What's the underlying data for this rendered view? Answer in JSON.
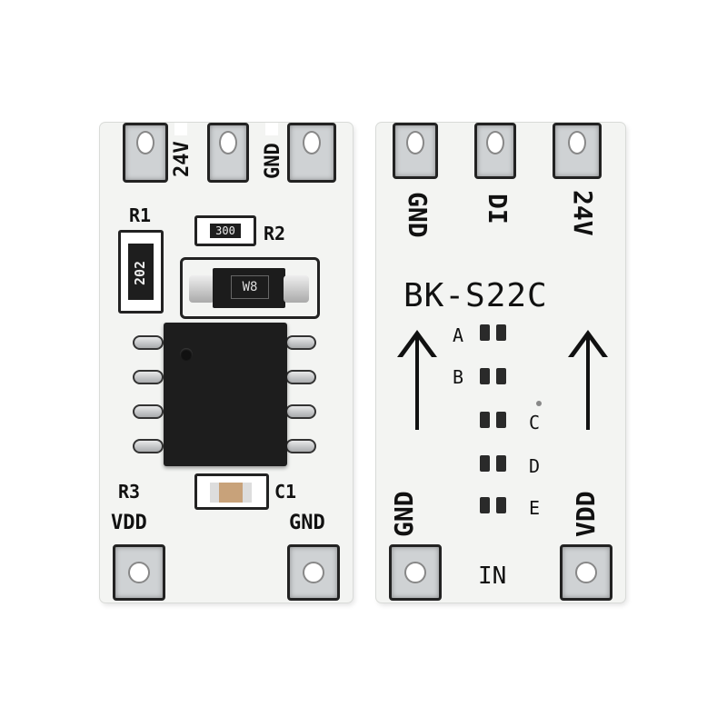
{
  "front": {
    "labels": {
      "v24": "24V",
      "gnd_top": "GND",
      "r1": "R1",
      "r2": "R2",
      "r3": "R3",
      "c1": "C1",
      "vdd": "VDD",
      "gnd_bottom": "GND"
    },
    "components": {
      "r1_value": "202",
      "r2_value": "300",
      "diode_marking": "W8"
    }
  },
  "back": {
    "labels": {
      "gnd_left": "GND",
      "di": "DI",
      "v24": "24V",
      "model": "BK-S22C",
      "a": "A",
      "b": "B",
      "c": "C",
      "d": "D",
      "e": "E",
      "gnd_bottom": "GND",
      "vdd": "VDD",
      "in": "IN"
    }
  },
  "colors": {
    "board": "#f3f4f2",
    "silkscreen": "#111111",
    "chip": "#1d1d1d",
    "pad": "#cfd2d4"
  }
}
